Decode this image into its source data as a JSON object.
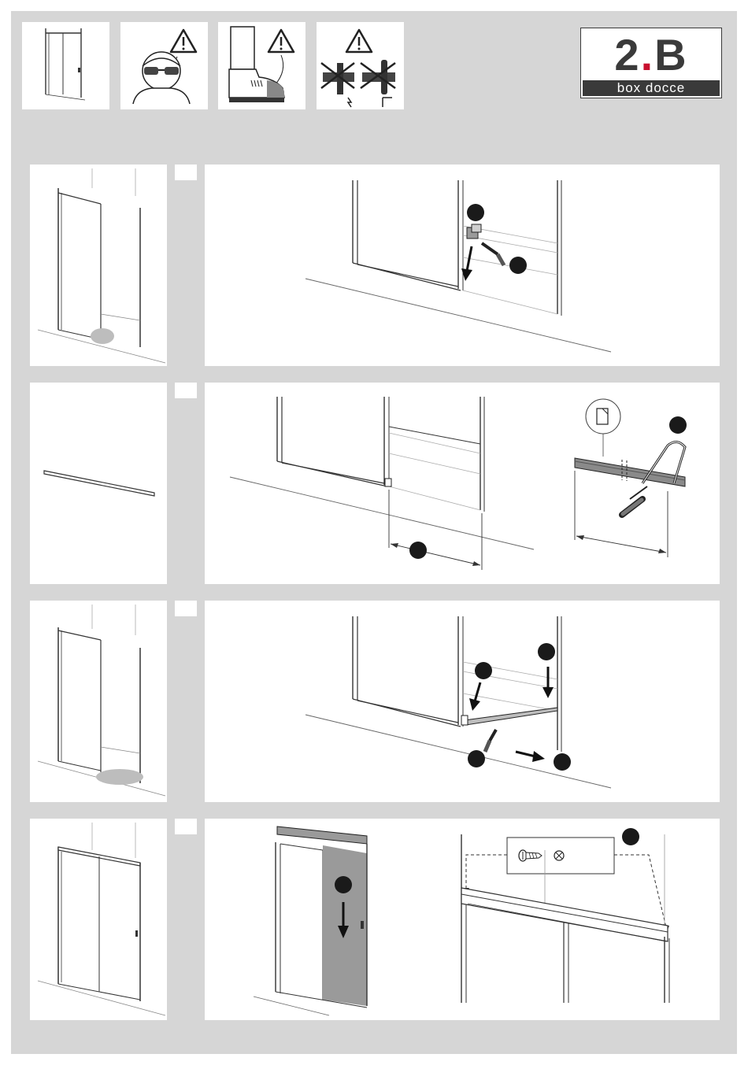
{
  "brand": {
    "logo_main_a": "2",
    "logo_main_dot": ".",
    "logo_main_b": "B",
    "logo_sub": "box docce",
    "accent": "#c8102e",
    "ink": "#3a3a3a"
  },
  "safety_icons": [
    "door-product-icon",
    "safety-goggles-icon",
    "safety-shoes-icon",
    "no-drilling-pipes-icon"
  ],
  "steps": [
    {
      "name": "step-1",
      "icons": [
        "clip-icon",
        "arrow-down-icon"
      ]
    },
    {
      "name": "step-2",
      "icons": [
        "hacksaw-icon",
        "measure-icon"
      ]
    },
    {
      "name": "step-3",
      "icons": [
        "bottom-guide-icon",
        "arrow-down-icon",
        "arrow-right-icon"
      ]
    },
    {
      "name": "step-4",
      "icons": [
        "top-profile-icon",
        "screw-icon",
        "cap-icon"
      ]
    }
  ],
  "colors": {
    "background": "#d6d6d6",
    "panel": "#ffffff",
    "line": "#333333",
    "marker": "#1a1a1a",
    "glass": "#9a9a9a"
  }
}
